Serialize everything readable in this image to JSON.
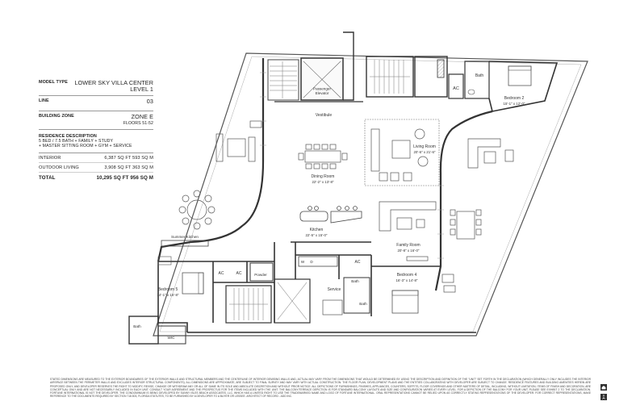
{
  "spec": {
    "model_type_label": "MODEL TYPE",
    "model_type_value": "LOWER SKY VILLA CENTER",
    "model_type_level": "LEVEL 1",
    "line_label": "LINE",
    "line_value": "03",
    "building_zone_label": "BUILDING ZONE",
    "building_zone_value": "ZONE E",
    "building_zone_floors": "FLOORS 51-52",
    "description_label": "RESIDENCE DESCRIPTION",
    "description_line1": "5 BED / 7.5 BATH + FAMILY + STUDY",
    "description_line2": "+ MASTER SITTING ROOM + GYM + SERVICE",
    "interior_label": "INTERIOR",
    "interior_value": "6,387 SQ FT 593 SQ M",
    "outdoor_label": "OUTDOOR LIVING",
    "outdoor_value": "3,908 SQ FT 363 SQ M",
    "total_label": "TOTAL",
    "total_value": "10,295 SQ FT 956 SQ M"
  },
  "rooms": {
    "passenger_elevator": "Passenger\nElevator",
    "vestibule": "Vestibule",
    "living_room": "Living Room",
    "living_room_dim": "20'-6\" x 21'-6\"",
    "dining_room": "Dining Room",
    "dining_room_dim": "22'-2\" x 13'-8\"",
    "bedroom2": "Bedroom 2",
    "bedroom2_dim": "15'-1\" x 12'-0\"",
    "bath_top": "Bath",
    "ac_top": "AC",
    "kitchen": "Kitchen",
    "kitchen_dim": "22'-5\" x 15'-0\"",
    "family_room": "Family Room",
    "family_room_dim": "20'-8\" x 16'-0\"",
    "summer_kitchen": "Summer Kitchen",
    "bedroom5": "Bedroom 5",
    "bedroom5_dim": "14'-1\" x 16'-8\"",
    "bedroom4": "Bedroom 4",
    "bedroom4_dim": "16'-3\" x 14'-8\"",
    "powder": "Powder",
    "service": "Service",
    "ac_a": "AC",
    "ac_b": "AC",
    "ac_c": "AC",
    "bath_b5": "Bath",
    "wic": "WIC",
    "bath_b4": "Bath",
    "bath_service": "Bath",
    "laundry_w": "W",
    "laundry_d": "D"
  },
  "disclaimer": "STATED DIMENSIONS ARE MEASURED TO THE EXTERIOR BOUNDARIES OF THE EXTERIOR WALLS AND STRUCTURAL MEMBERS AND THE CENTERLINE OF INTERIOR DEMISING WALLS AND, ACTUAL MAY VARY FROM THE DIMENSIONS THAT WOULD BE DETERMINED BY USING THE DESCRIPTION AND DEFINITION OF THE \"UNIT\" SET FORTH IN THE DECLARATION (WHICH GENERALLY ONLY INCLUDES THE INTERIOR AIRSPACE BETWEEN THE PERIMETER WALLS AND EXCLUDES INTERIOR STRUCTURAL COMPONENTS). ALL DIMENSIONS ARE APPROXIMATE, ARE SUBJECT TO FINAL SURVEY AND MAY VARY WITH ACTUAL CONSTRUCTION. THE FLOOR PLAN, DEVELOPMENT PLANS AND THE ENTITIES COLLABORATING WITH DEVELOPER ARE SUBJECT TO CHANGE. RESIDENCE FEATURES AND BUILDING AMENITIES HEREIN ARE PROPOSED ONLY, AND DEVELOPER RESERVES THE RIGHT TO MODIFY, REVISE, CHANGE OR WITHDRAW ANY OR ALL OF SAME IN ITS SOLE AND ABSOLUTE DISCRETION AND WITHOUT PRIOR NOTICE. ALL DEPICTIONS OF FURNISHINGS, FINISHES, APPLIANCES, COUNTERS, SOFFITS, FLOOR COVERINGS AND OTHER MATTERS OF DETAIL, INCLUDING, WITHOUT LIMITATION, ITEMS OF FINISH AND DECORATION, ARE CONCEPTUAL ONLY AND ARE NOT NECESSARILY INCLUDED IN EACH UNIT. CONSULT YOUR AGREEMENT AND THE PROSPECTUS FOR THE ITEMS INCLUDED WITH THE UNIT. THE BALCONY/TERRACE DEPICTION IS FOR STANDARD BALCONY LAYOUTS AND SIZE AND CONFIGURATION VARIES AT EVERY LEVEL. FOR A DEPICTION OF THE BALCONY FOR YOUR UNIT, PLEASE SEE EXHIBIT 2 TO THE DECLARATION. FORTUNE INTERNATIONAL IS NOT THE DEVELOPER. THE CONDOMINIUM IS BEING DEVELOPED BY SUNNY ISLES BEACH ASSOCIATES, LLC, WHICH HAS A LIMITED RIGHT TO USE THE TRADEMARKED NAME AND LOGO OF FORTUNE INTERNATIONAL. ORAL REPRESENTATIONS CANNOT BE RELIED UPON AS CORRECTLY STATING REPRESENTATIONS OF THE DEVELOPER. FOR CORRECT REPRESENTATIONS, MAKE REFERENCE TO THE DOCUMENTS REQUIRED BY SECTION 718.503, FLORIDA STATUTES, TO BE FURNISHED BY A DEVELOPER TO A BUYER OR LESSEE. ARCHITECT OF RECORD - ADD INC."
}
